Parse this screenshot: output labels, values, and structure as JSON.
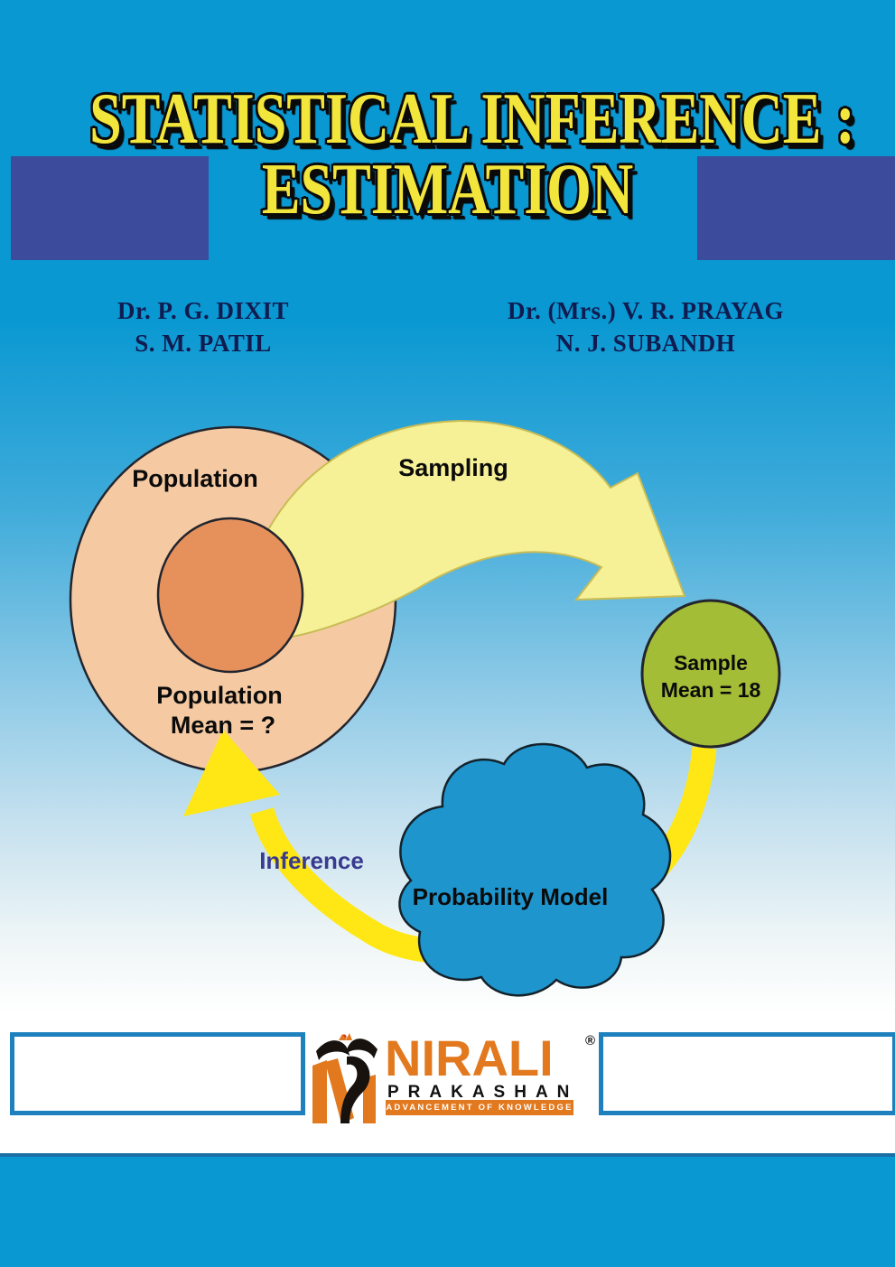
{
  "title": {
    "line1": "STATISTICAL INFERENCE :",
    "line2": "ESTIMATION"
  },
  "authors": {
    "left": [
      "Dr. P. G. DIXIT",
      "S. M. PATIL"
    ],
    "right": [
      "Dr. (Mrs.) V. R. PRAYAG",
      "N. J. SUBANDH"
    ]
  },
  "diagram": {
    "population_label": "Population",
    "population_mean_line1": "Population",
    "population_mean_line2": "Mean = ?",
    "sampling_label": "Sampling",
    "sample_line1": "Sample",
    "sample_line2": "Mean = 18",
    "inference_label": "Inference",
    "probability_model_label": "Probability Model"
  },
  "publisher": {
    "name": "NIRALI",
    "subname": "PRAKASHAN",
    "tagline": "ADVANCEMENT OF KNOWLEDGE",
    "registered": "®"
  },
  "colors": {
    "background_cyan": "#0998D2",
    "banner_navy": "#3D4B9C",
    "title_yellow": "#F2E53C",
    "author_navy": "#101C50",
    "population_fill": "#F5CAA3",
    "population_mean_fill": "#E6915C",
    "sample_fill": "#A3BD37",
    "cloud_fill": "#1E95CD",
    "arrow_pale_yellow": "#F6F096",
    "arrow_bright_yellow": "#FFE716",
    "inference_text": "#3A3A8E",
    "publisher_orange": "#E2791E",
    "box_border_blue": "#1F80BE"
  }
}
